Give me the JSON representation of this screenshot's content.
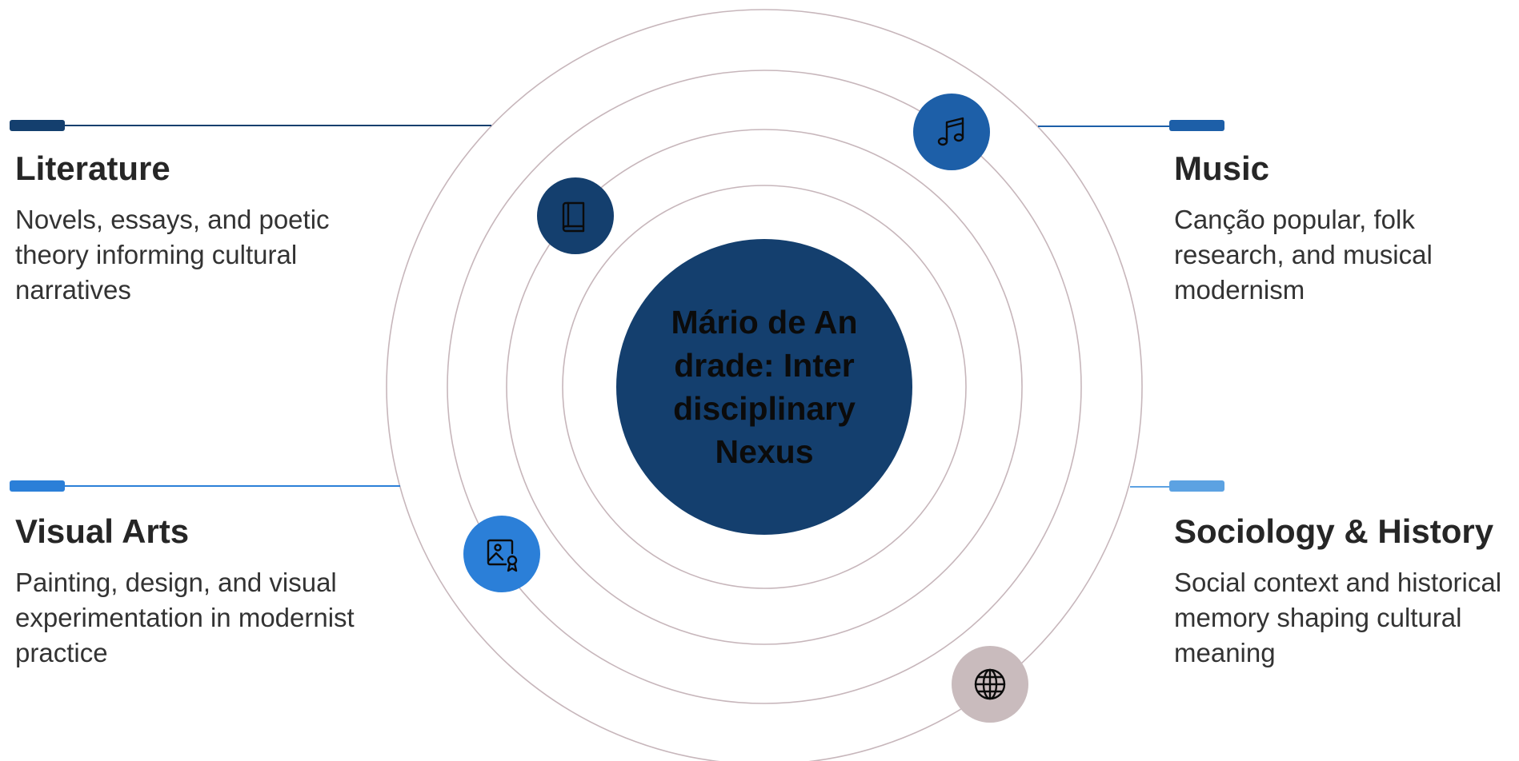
{
  "center": {
    "title": "Mário de Andrade: Interdisciplinary Nexus",
    "color": "#143f6e"
  },
  "orbit_color": "#c7b6bb",
  "disciplines": [
    {
      "title": "Literature",
      "description": "Novels, essays, and poetic theory informing cultural narratives",
      "icon": "book-icon",
      "color": "#143f6e"
    },
    {
      "title": "Music",
      "description": "Canção popular, folk research, and musical modernism",
      "icon": "music-note-icon",
      "color": "#1d5fa8"
    },
    {
      "title": "Visual Arts",
      "description": "Painting, design, and visual experimentation in modernist practice",
      "icon": "image-award-icon",
      "color": "#2b7fd8"
    },
    {
      "title": "Sociology & History",
      "description": "Social context and historical memory shaping cultural meaning",
      "icon": "globe-icon",
      "color": "#5ca2e2",
      "node_color": "#c9bbbd"
    }
  ]
}
